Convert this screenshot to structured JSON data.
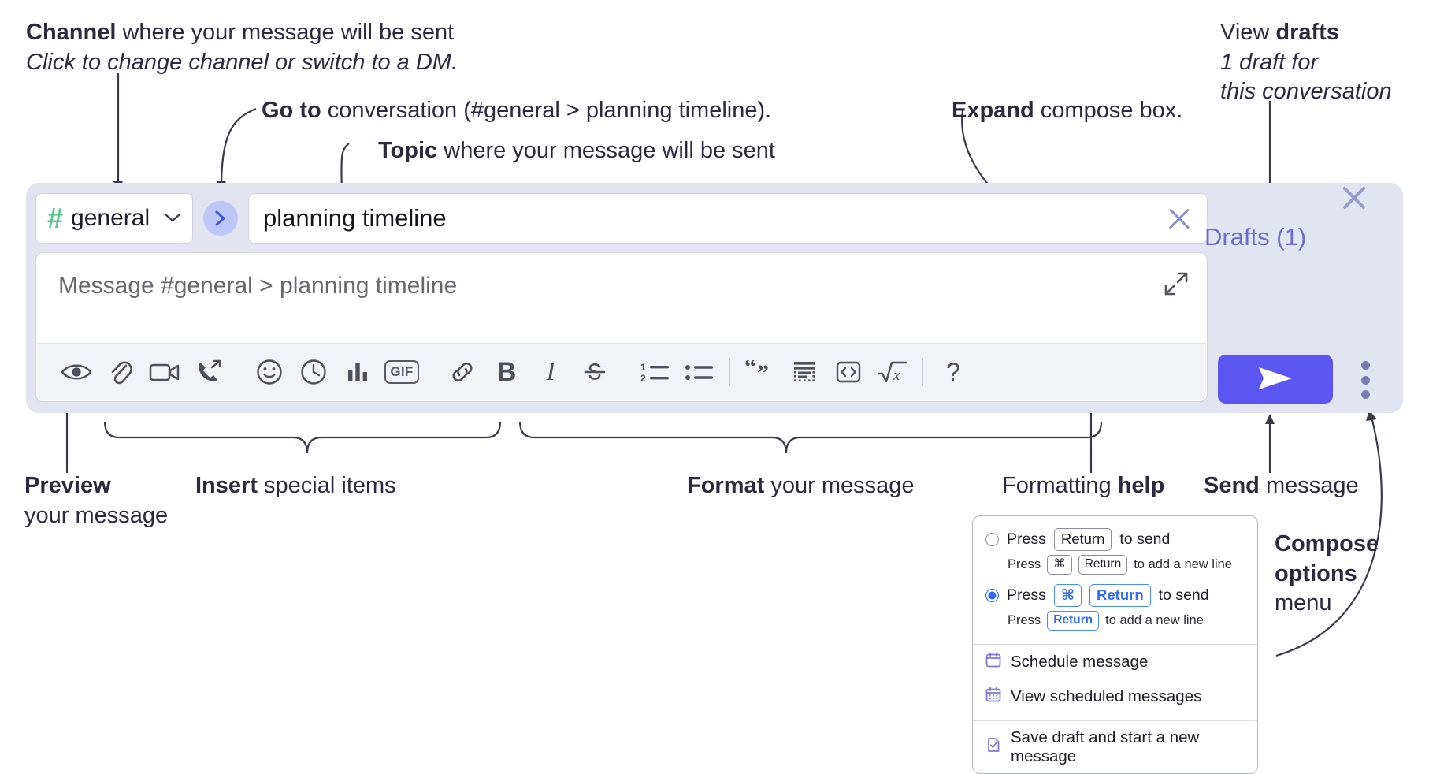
{
  "annotations": {
    "channel": {
      "line1_bold": "Channel",
      "line1_rest": " where your message will be sent",
      "line2_italic": "Click to change channel or switch to a DM."
    },
    "goto": {
      "bold": "Go to",
      "rest": " conversation (#general > planning timeline)."
    },
    "topic": {
      "bold": "Topic",
      "rest": " where your message will be sent"
    },
    "expand": {
      "bold": "Expand",
      "rest": " compose box."
    },
    "drafts": {
      "line1_rest": "View ",
      "line1_bold": "drafts",
      "line2_italic": "1 draft for",
      "line3_italic": "this conversation"
    },
    "preview": {
      "bold": "Preview",
      "line2": "your message"
    },
    "insert": {
      "bold": "Insert",
      "rest": " special items"
    },
    "format": {
      "bold": "Format",
      "rest": " your message"
    },
    "formatting_help": {
      "rest": "Formatting ",
      "bold": "help"
    },
    "send": {
      "bold": "Send",
      "rest": " message"
    },
    "compose_options": {
      "bold_line1": "Compose",
      "bold_line2": "options",
      "line3": "menu"
    }
  },
  "compose": {
    "channel_chip": {
      "hash_icon": "hash-icon",
      "name": "general",
      "chevron_icon": "chevron-down-icon"
    },
    "goto_button": {
      "icon": "chevron-right-icon",
      "label": "›"
    },
    "topic": {
      "value": "planning timeline",
      "clear_icon": "close-icon"
    },
    "message": {
      "placeholder": "Message #general > planning timeline",
      "expand_icon": "expand-icon"
    },
    "drafts_link": "Drafts (1)",
    "panel_close_icon": "close-icon",
    "send_button": {
      "icon": "send-paperplane-icon"
    },
    "kebab_icon": "more-vertical-icon",
    "toolbar_items": [
      {
        "name": "preview-icon",
        "label": "Preview"
      },
      {
        "name": "attachment-icon",
        "label": "Attach file"
      },
      {
        "name": "video-icon",
        "label": "Video clip"
      },
      {
        "name": "audio-call-icon",
        "label": "Audio clip"
      },
      {
        "name": "emoji-icon",
        "label": "Emoji"
      },
      {
        "name": "clock-icon",
        "label": "Reminder"
      },
      {
        "name": "poll-icon",
        "label": "Poll"
      },
      {
        "name": "gif-icon",
        "label": "GIF"
      },
      {
        "name": "link-icon",
        "label": "Link"
      },
      {
        "name": "bold-icon",
        "label": "B"
      },
      {
        "name": "italic-icon",
        "label": "I"
      },
      {
        "name": "strikethrough-icon",
        "label": "S"
      },
      {
        "name": "ordered-list-icon",
        "label": "Ordered list"
      },
      {
        "name": "bulleted-list-icon",
        "label": "Bulleted list"
      },
      {
        "name": "blockquote-icon",
        "label": "Blockquote"
      },
      {
        "name": "code-block-icon",
        "label": "Code block"
      },
      {
        "name": "inline-code-icon",
        "label": "Code"
      },
      {
        "name": "math-icon",
        "label": "Math"
      },
      {
        "name": "help-icon",
        "label": "?"
      }
    ]
  },
  "options_menu": {
    "option1": {
      "selected": false,
      "press": "Press",
      "key": "Return",
      "tail": "to send",
      "sub_press": "Press",
      "sub_key1": "⌘",
      "sub_key2": "Return",
      "sub_tail": "to add a new line"
    },
    "option2": {
      "selected": true,
      "press": "Press",
      "key1": "⌘",
      "key2": "Return",
      "tail": "to send",
      "sub_press": "Press",
      "sub_key": "Return",
      "sub_tail": "to add a new line"
    },
    "items": [
      {
        "icon": "calendar-icon",
        "label": "Schedule message"
      },
      {
        "icon": "calendar-grid-icon",
        "label": "View scheduled messages"
      },
      {
        "icon": "save-draft-icon",
        "label": "Save draft and start a new message"
      }
    ]
  },
  "colors": {
    "panel_bg": "#e3e4f1",
    "send_blue": "#5b55f2",
    "hash_green": "#5cc68f",
    "drafts_purple": "#6d6bd0",
    "accent_blue": "#2f6df6",
    "menu_icon_purple": "#7b78d8"
  }
}
